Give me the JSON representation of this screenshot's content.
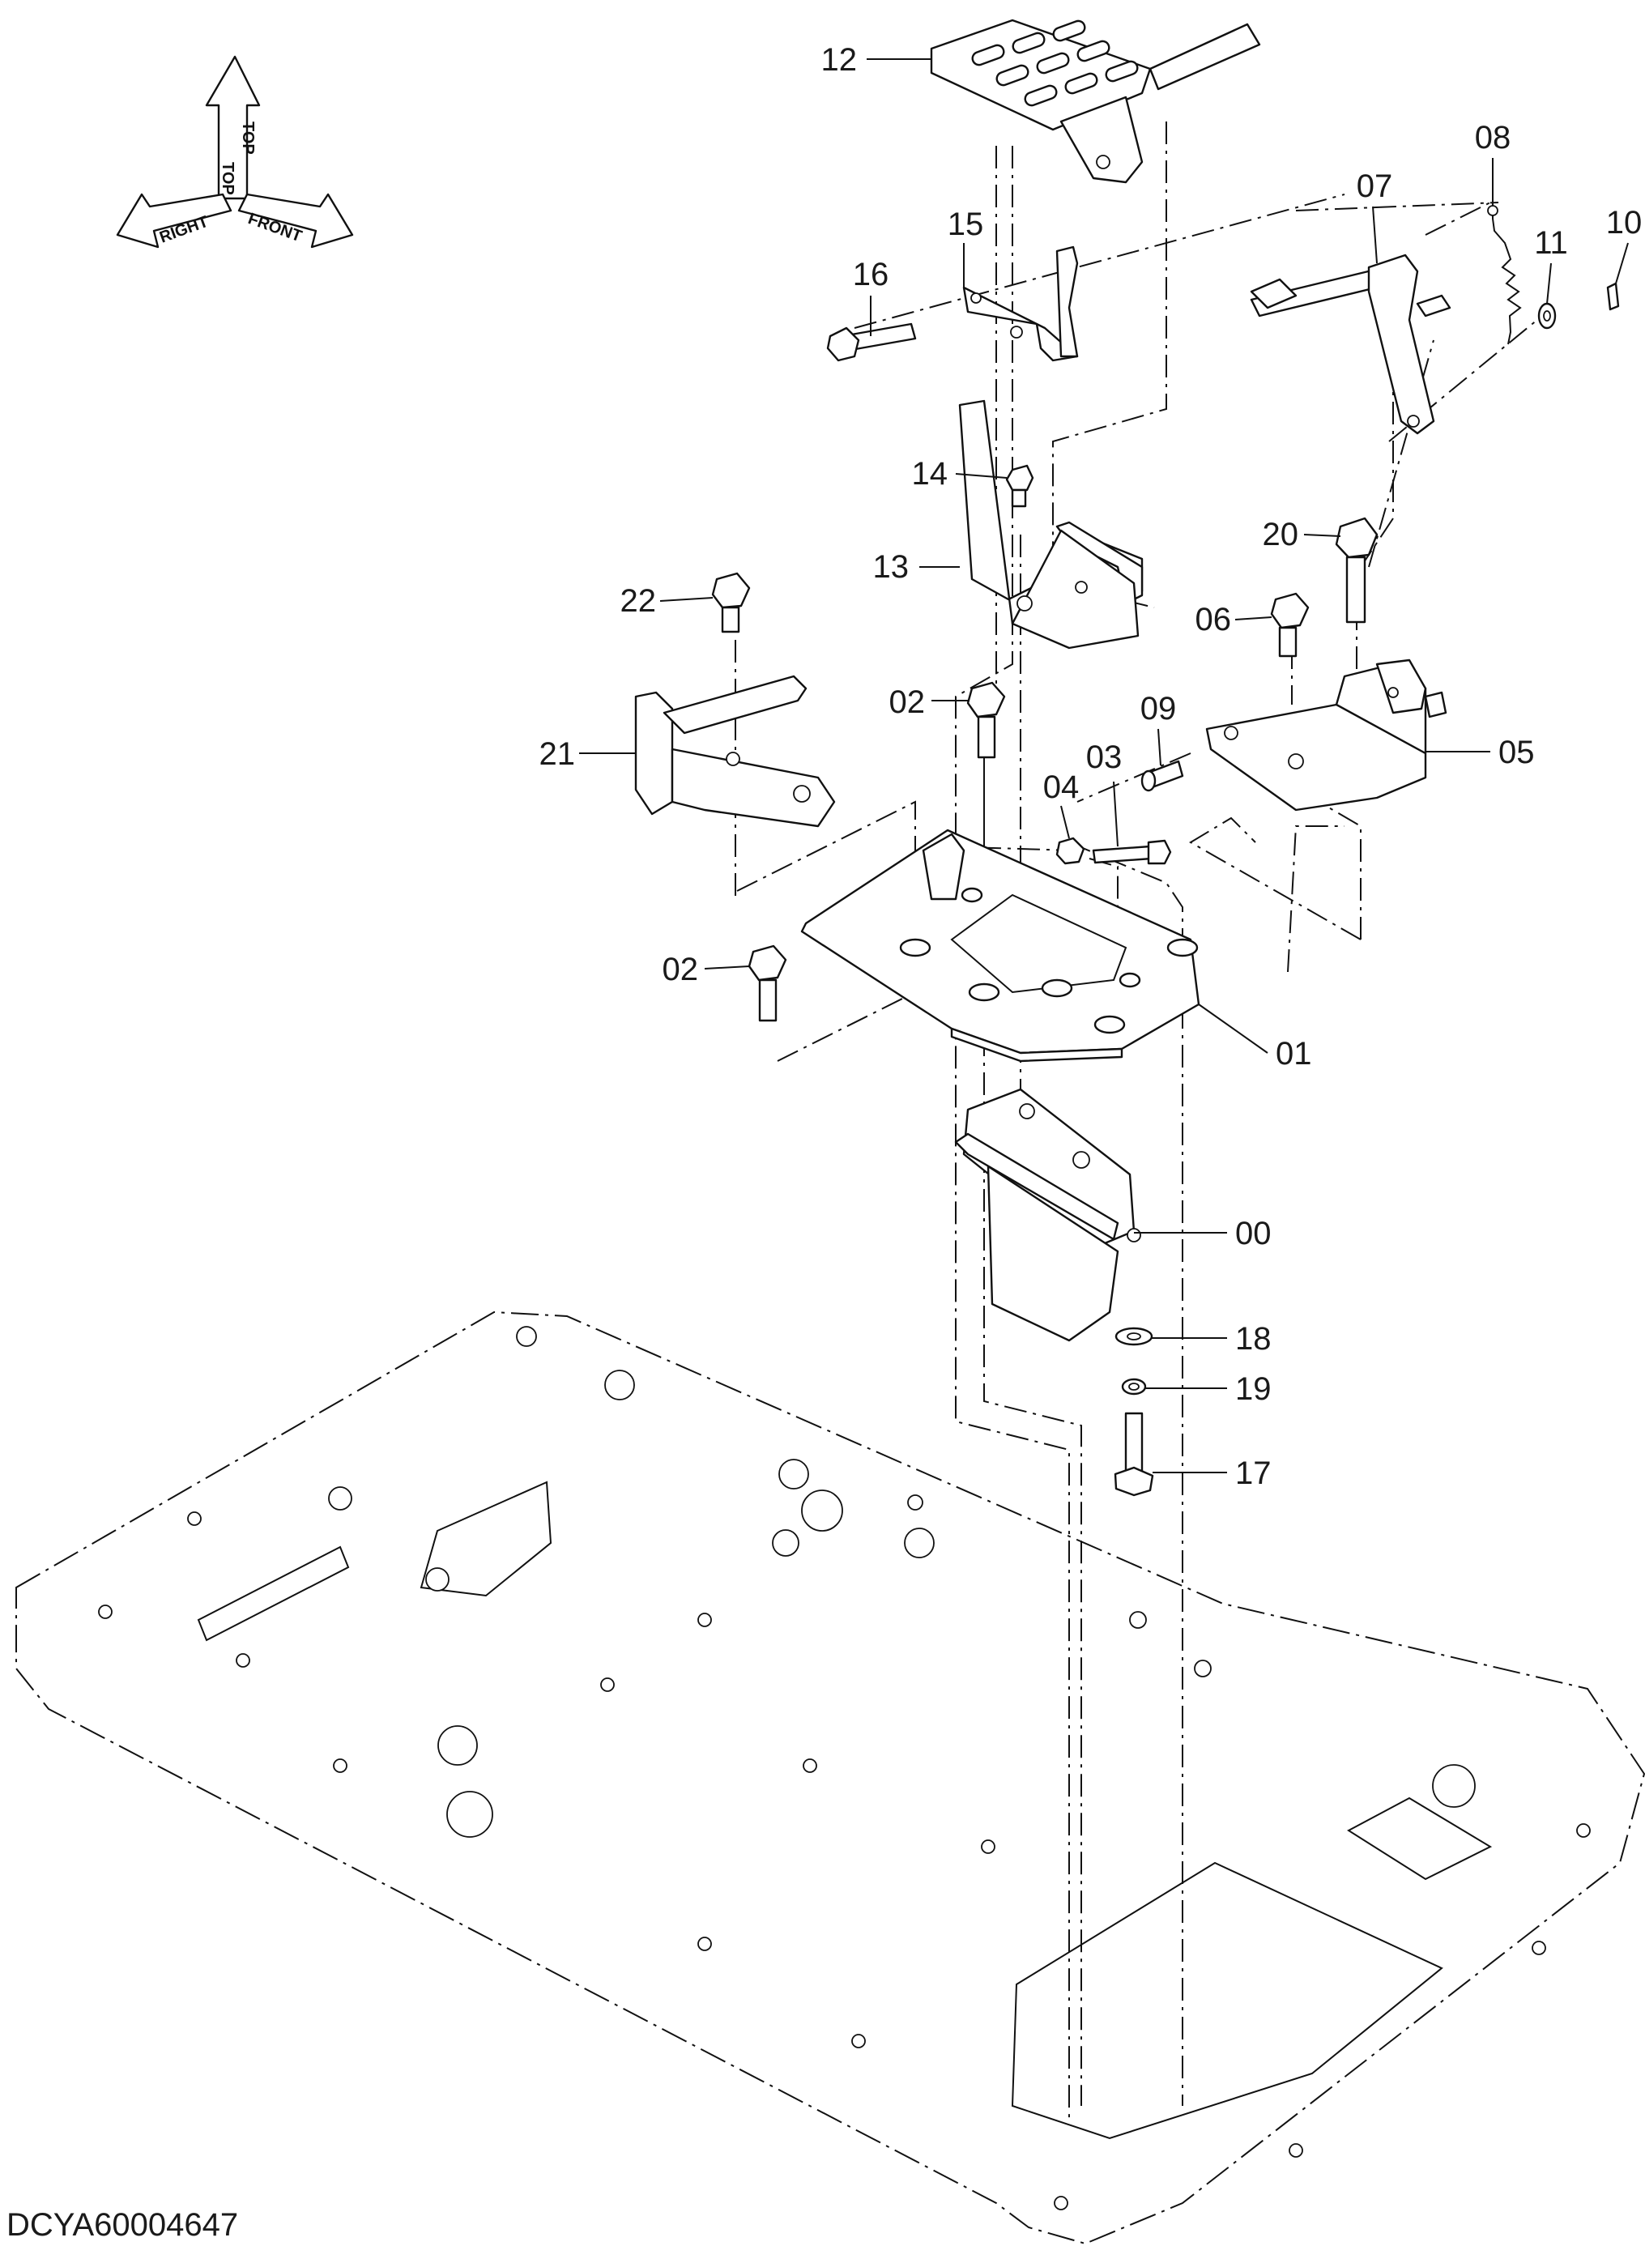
{
  "diagram": {
    "drawing_code": "DCYA60004647",
    "orientation": {
      "top": "TOP",
      "right": "RIGHT",
      "front": "FRONT"
    },
    "callouts": [
      "00",
      "01",
      "02",
      "02",
      "03",
      "04",
      "05",
      "06",
      "07",
      "08",
      "09",
      "10",
      "11",
      "12",
      "13",
      "14",
      "15",
      "16",
      "17",
      "18",
      "19",
      "20",
      "21",
      "22"
    ]
  }
}
